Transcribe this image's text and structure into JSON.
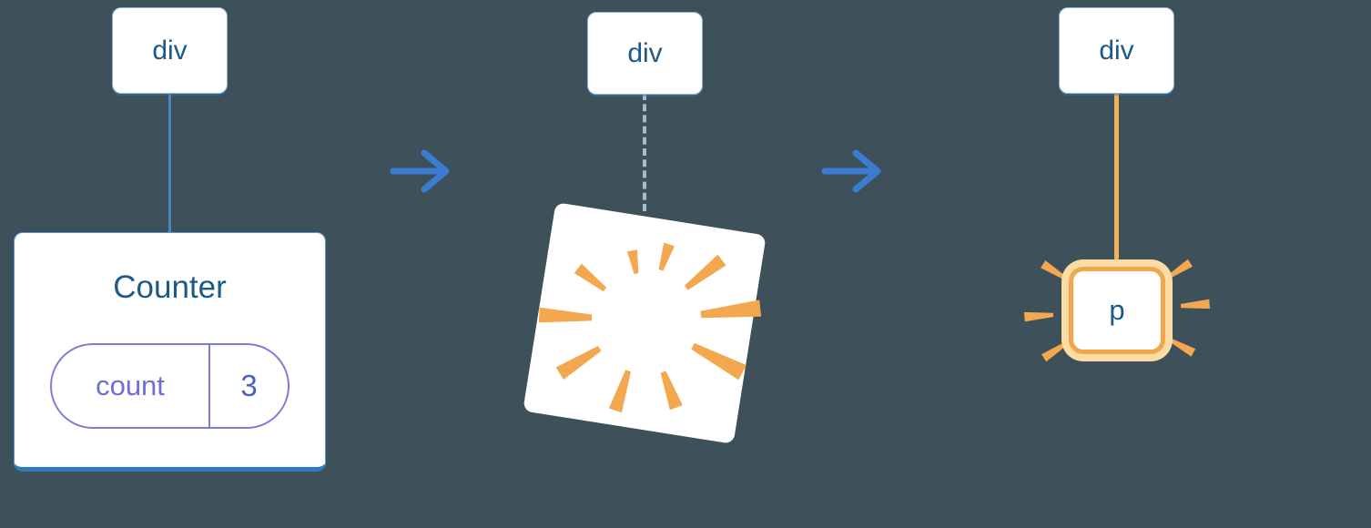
{
  "colors": {
    "background": "#3E505A",
    "node_text": "#1C5988",
    "node_border": "#8FB3D4",
    "edge_blue": "#4A86C0",
    "edge_dashed": "#A7BCCB",
    "edge_orange": "#F5B05A",
    "arrow_blue": "#3B7BD0",
    "card_border_bottom": "#2E7BBF",
    "pill_purple": "#7B7DDA",
    "pill_key_text": "#6B6FD6",
    "pill_value_text": "#4B5FC0",
    "burst_orange": "#F3A74F",
    "glow_orange": "#FBDCA6",
    "surface": "#FFFFFF"
  },
  "stages": [
    {
      "parent_node": "div",
      "component": {
        "title": "Counter",
        "state": {
          "key": "count",
          "value": "3"
        }
      }
    },
    {
      "parent_node": "div",
      "effect_icon": "poof-burst-icon"
    },
    {
      "parent_node": "div",
      "child_node": "p",
      "effect_icon": "highlight-sparks-icon"
    }
  ],
  "arrows": [
    {
      "icon": "arrow-right-icon"
    },
    {
      "icon": "arrow-right-icon"
    }
  ]
}
